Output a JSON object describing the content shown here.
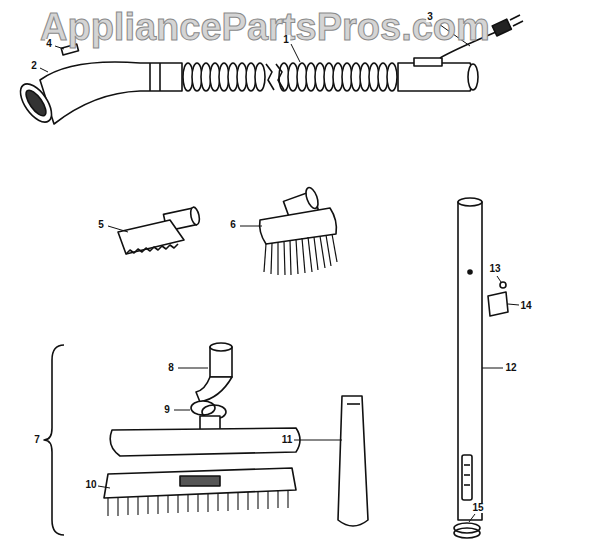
{
  "diagram": {
    "labels": [
      "AppliancePartsPros.com",
      "4",
      "2",
      "1",
      "3",
      "5",
      "6",
      "13",
      "14",
      "8",
      "12",
      "9",
      "7",
      "10",
      "11",
      "15"
    ]
  }
}
